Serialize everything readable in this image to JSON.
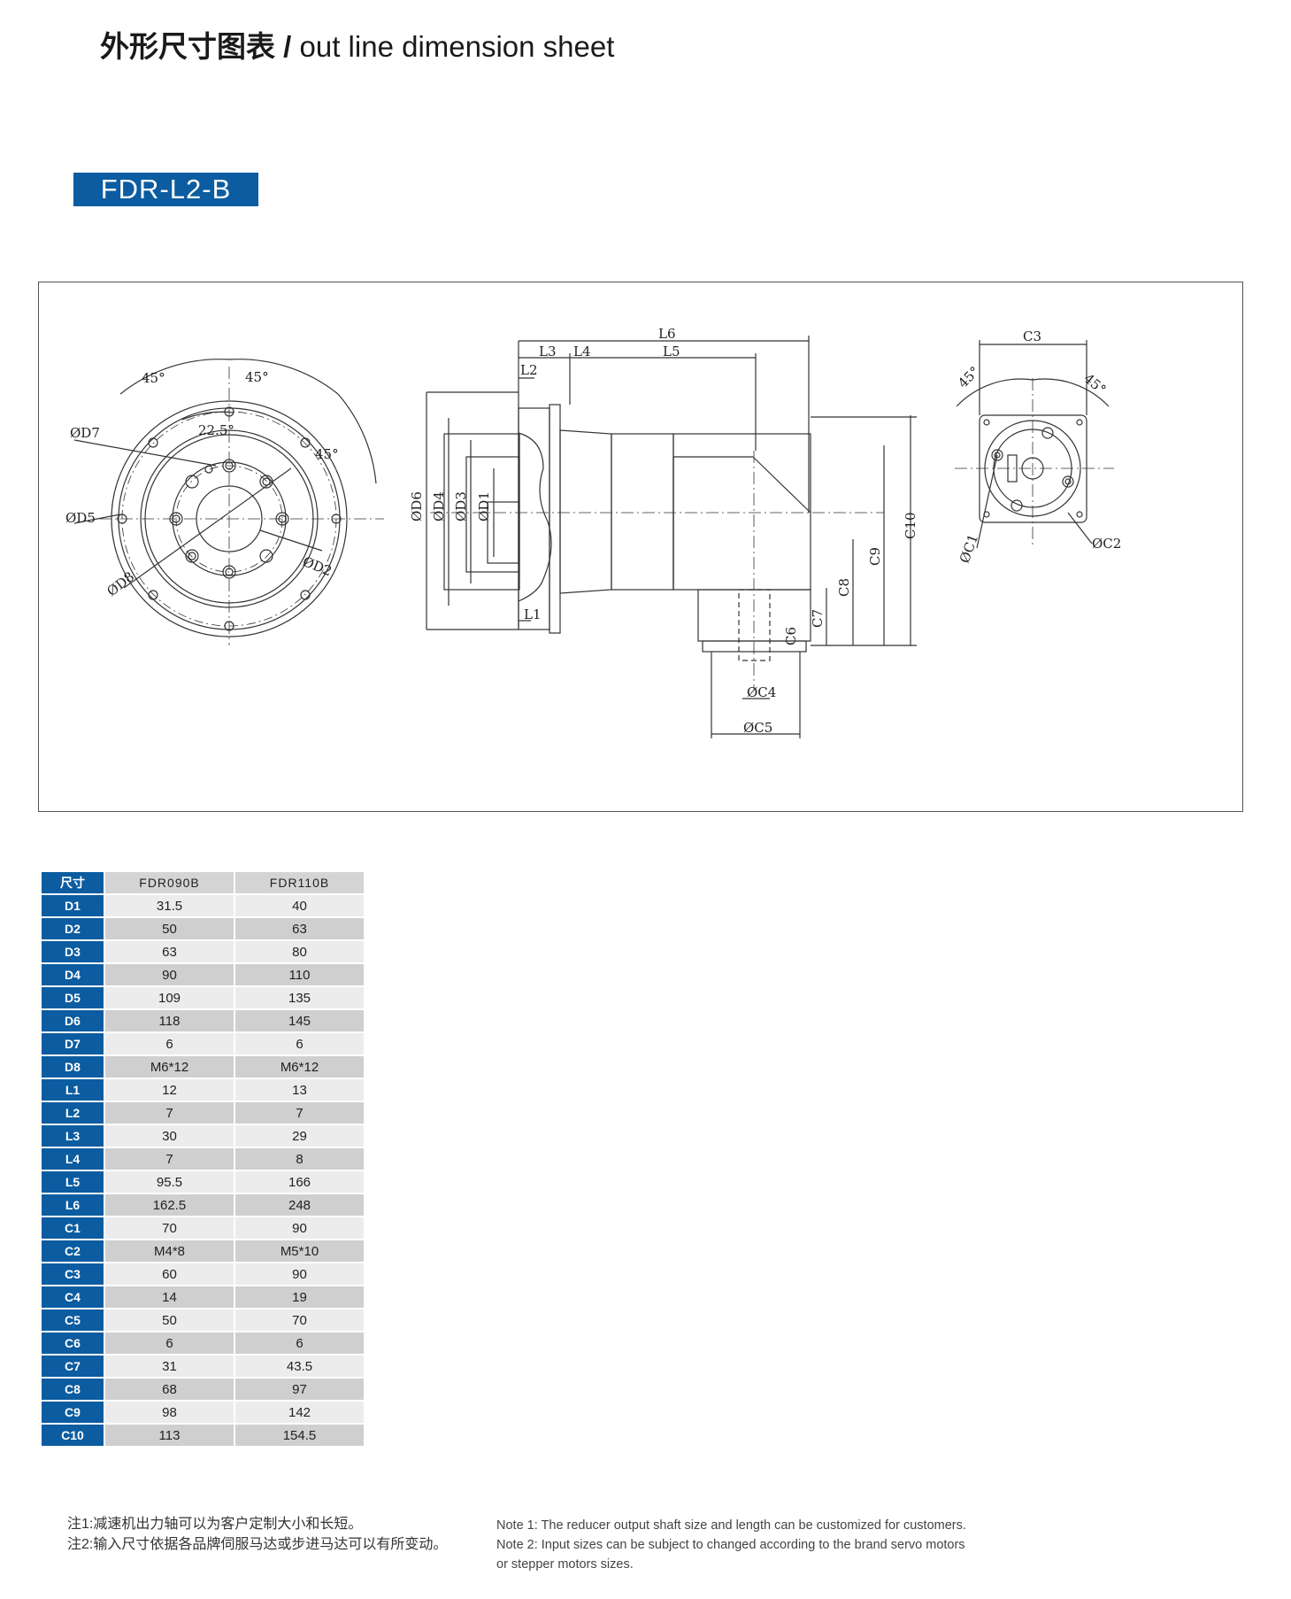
{
  "header": {
    "title_cn": "外形尺寸图表",
    "separator": "/",
    "title_en": "out line dimension sheet"
  },
  "model": "FDR-L2-B",
  "drawing": {
    "front_view": {
      "angle_a": "45°",
      "angle_b": "45°",
      "angle_c": "45°",
      "angle_d": "22.5°",
      "d7": "ØD7",
      "d5": "ØD5",
      "d8": "ØD8",
      "d2": "ØD2"
    },
    "side_view": {
      "l6": "L6",
      "l3": "L3",
      "l4": "L4",
      "l5": "L5",
      "l2": "L2",
      "l1": "L1",
      "d6": "ØD6",
      "d4": "ØD4",
      "d3": "ØD3",
      "d1": "ØD1",
      "c10": "C10",
      "c9": "C9",
      "c8": "C8",
      "c7": "C7",
      "c6": "C6",
      "c4": "ØC4",
      "c5": "ØC5"
    },
    "end_view": {
      "c3": "C3",
      "angle_a": "45°",
      "angle_b": "45°",
      "c1": "ØC1",
      "c2": "ØC2"
    }
  },
  "table": {
    "corner": "尺寸",
    "models": [
      "FDR090B",
      "FDR110B"
    ],
    "rows": [
      {
        "label": "D1",
        "values": [
          "31.5",
          "40"
        ]
      },
      {
        "label": "D2",
        "values": [
          "50",
          "63"
        ]
      },
      {
        "label": "D3",
        "values": [
          "63",
          "80"
        ]
      },
      {
        "label": "D4",
        "values": [
          "90",
          "110"
        ]
      },
      {
        "label": "D5",
        "values": [
          "109",
          "135"
        ]
      },
      {
        "label": "D6",
        "values": [
          "118",
          "145"
        ]
      },
      {
        "label": "D7",
        "values": [
          "6",
          "6"
        ]
      },
      {
        "label": "D8",
        "values": [
          "M6*12",
          "M6*12"
        ]
      },
      {
        "label": "L1",
        "values": [
          "12",
          "13"
        ]
      },
      {
        "label": "L2",
        "values": [
          "7",
          "7"
        ]
      },
      {
        "label": "L3",
        "values": [
          "30",
          "29"
        ]
      },
      {
        "label": "L4",
        "values": [
          "7",
          "8"
        ]
      },
      {
        "label": "L5",
        "values": [
          "95.5",
          "166"
        ]
      },
      {
        "label": "L6",
        "values": [
          "162.5",
          "248"
        ]
      },
      {
        "label": "C1",
        "values": [
          "70",
          "90"
        ]
      },
      {
        "label": "C2",
        "values": [
          "M4*8",
          "M5*10"
        ]
      },
      {
        "label": "C3",
        "values": [
          "60",
          "90"
        ]
      },
      {
        "label": "C4",
        "values": [
          "14",
          "19"
        ]
      },
      {
        "label": "C5",
        "values": [
          "50",
          "70"
        ]
      },
      {
        "label": "C6",
        "values": [
          "6",
          "6"
        ]
      },
      {
        "label": "C7",
        "values": [
          "31",
          "43.5"
        ]
      },
      {
        "label": "C8",
        "values": [
          "68",
          "97"
        ]
      },
      {
        "label": "C9",
        "values": [
          "98",
          "142"
        ]
      },
      {
        "label": "C10",
        "values": [
          "113",
          "154.5"
        ]
      }
    ]
  },
  "notes_cn": [
    "注1:减速机出力轴可以为客户定制大小和长短。",
    "注2:输入尺寸依据各品牌伺服马达或步进马达可以有所变动。"
  ],
  "notes_en": [
    "Note 1: The reducer output shaft size and length can be customized for customers.",
    "Note 2: Input sizes can be subject to changed according to the brand servo motors",
    "or stepper motors sizes."
  ],
  "colors": {
    "accent": "#0b5ca0",
    "row_light": "#ececec",
    "row_dark": "#cfcfcf"
  }
}
